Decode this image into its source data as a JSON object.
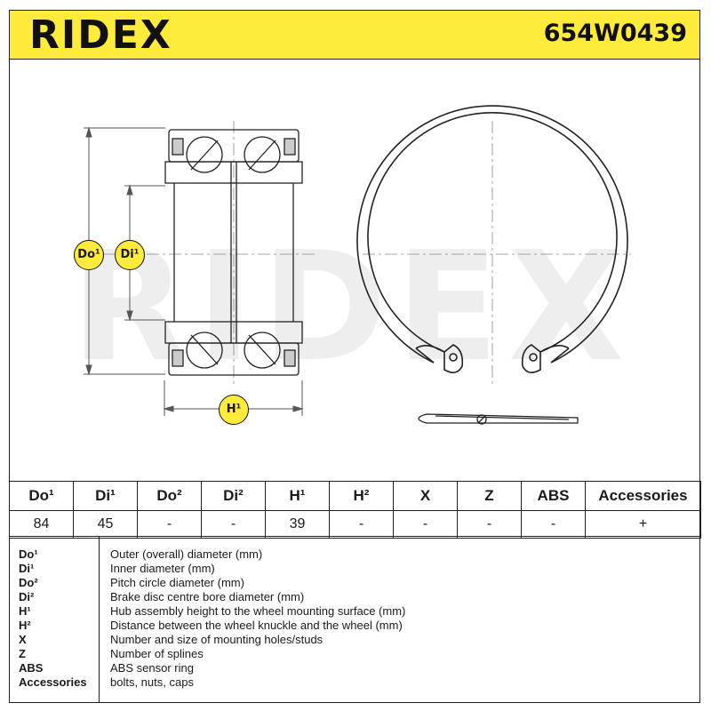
{
  "header": {
    "brand": "RIDEX",
    "part_number": "654W0439"
  },
  "drawing": {
    "watermark": "RIDEX",
    "labels": {
      "do": "Do¹",
      "di": "Di¹",
      "h": "H¹"
    }
  },
  "specs": {
    "headers": [
      "Do¹",
      "Di¹",
      "Do²",
      "Di²",
      "H¹",
      "H²",
      "X",
      "Z",
      "ABS",
      "Accessories"
    ],
    "values": [
      "84",
      "45",
      "-",
      "-",
      "39",
      "-",
      "-",
      "-",
      "-",
      "+"
    ]
  },
  "legend": {
    "items": [
      {
        "abbr": "Do¹",
        "desc": "Outer (overall) diameter (mm)"
      },
      {
        "abbr": "Di¹",
        "desc": "Inner diameter (mm)"
      },
      {
        "abbr": "Do²",
        "desc": "Pitch circle diameter (mm)"
      },
      {
        "abbr": "Di²",
        "desc": "Brake disc centre bore diameter (mm)"
      },
      {
        "abbr": "H¹",
        "desc": "Hub assembly height to the wheel mounting surface (mm)"
      },
      {
        "abbr": "H²",
        "desc": "Distance between the wheel knuckle and the wheel (mm)"
      },
      {
        "abbr": "X",
        "desc": "Number and size of mounting holes/studs"
      },
      {
        "abbr": "Z",
        "desc": "Number of splines"
      },
      {
        "abbr": "ABS",
        "desc": "ABS sensor ring"
      },
      {
        "abbr": "Accessories",
        "desc": "bolts, nuts, caps"
      }
    ]
  },
  "colors": {
    "accent": "#ffeb3b",
    "line": "#222222"
  }
}
